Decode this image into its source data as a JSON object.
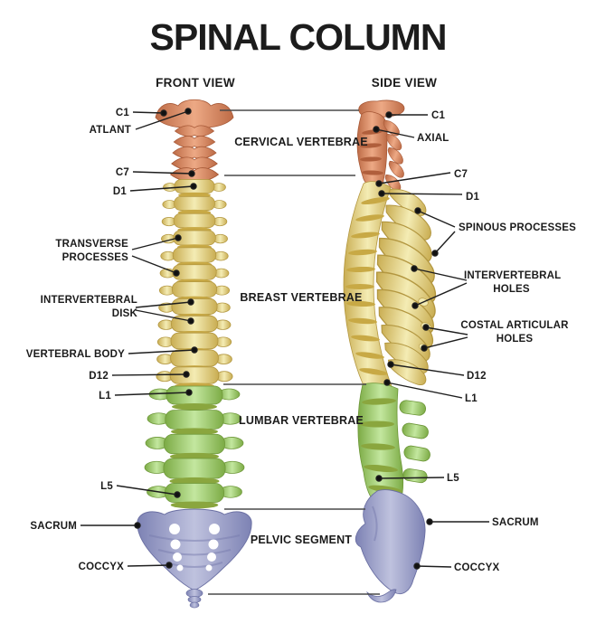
{
  "title": "SPINAL COLUMN",
  "views": {
    "front": "FRONT VIEW",
    "side": "SIDE VIEW"
  },
  "front_labels": {
    "c1": "C1",
    "atlant": "ATLANT",
    "c7": "C7",
    "d1": "D1",
    "transverse": "TRANSVERSE PROCESSES",
    "disk": "INTERVERTEBRAL DISK",
    "body": "VERTEBRAL BODY",
    "d12": "D12",
    "l1": "L1",
    "l5": "L5",
    "sacrum": "SACRUM",
    "coccyx": "COCCYX"
  },
  "side_labels": {
    "c1": "C1",
    "axial": "AXIAL",
    "c7": "C7",
    "d1": "D1",
    "spinous": "SPINOUS PROCESSES",
    "intervertebral_holes": "INTERVERTEBRAL HOLES",
    "costal": "COSTAL ARTICULAR HOLES",
    "d12": "D12",
    "l1": "L1",
    "l5": "L5",
    "sacrum": "SACRUM",
    "coccyx": "COCCYX"
  },
  "regions": {
    "cervical": "CERVICAL VERTEBRAE",
    "breast": "BREAST VERTEBRAE",
    "lumbar": "LUMBAR VERTEBRAE",
    "pelvic": "PELVIC SEGMENT"
  },
  "colors": {
    "cervical_section": "#d98f6d",
    "thoracic_section": "#ece094",
    "lumbar_section": "#a6d977",
    "pelvic_section": "#9aa0cd",
    "label_text": "#1b1b1b",
    "leader_line": "#1e1e1e"
  }
}
